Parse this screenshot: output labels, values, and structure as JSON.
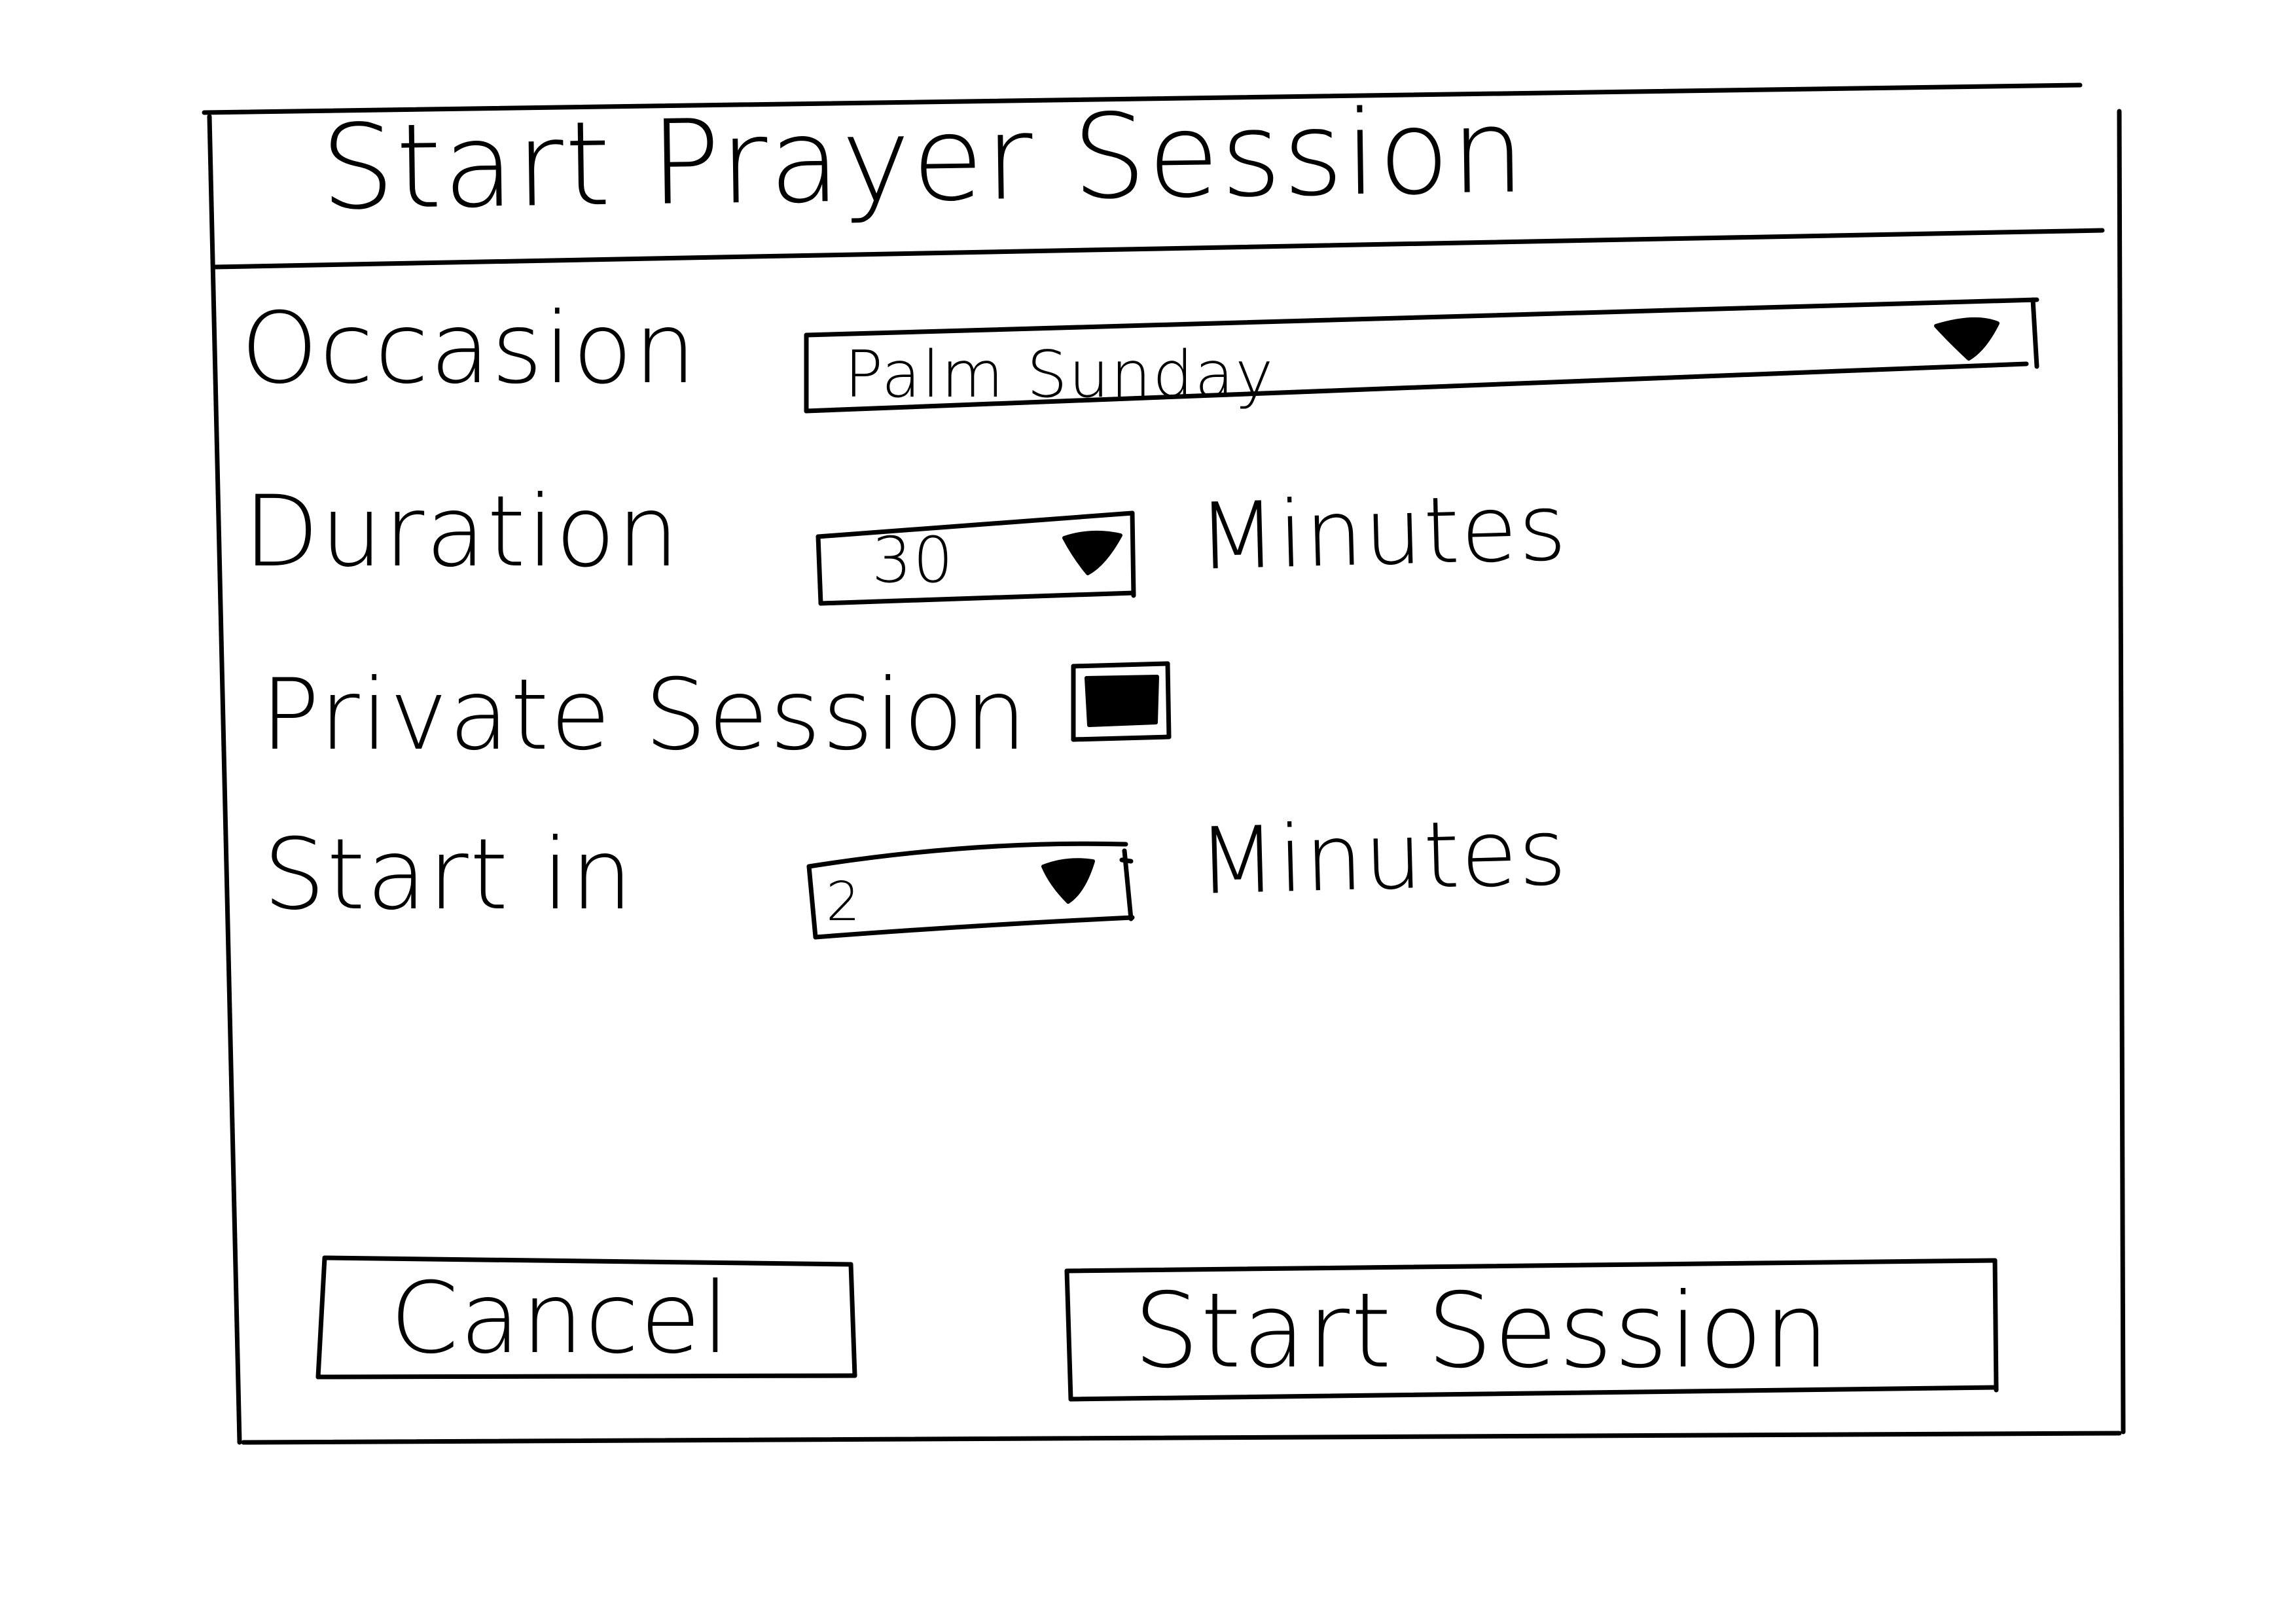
{
  "dialog": {
    "title": "Start Prayer Session"
  },
  "form": {
    "occasion": {
      "label": "Occasion",
      "value": "Palm Sunday",
      "icon": "dropdown-arrow-icon"
    },
    "duration": {
      "label": "Duration",
      "value": "30",
      "unit": "Minutes",
      "icon": "dropdown-arrow-icon"
    },
    "private_session": {
      "label": "Private Session",
      "checked": true
    },
    "start_in": {
      "label": "Start in",
      "value": "2",
      "unit": "Minutes",
      "icon": "dropdown-arrow-icon"
    }
  },
  "buttons": {
    "cancel_label": "Cancel",
    "start_label": "Start Session"
  },
  "colors": {
    "ink": "#000000",
    "paper": "#ffffff"
  }
}
